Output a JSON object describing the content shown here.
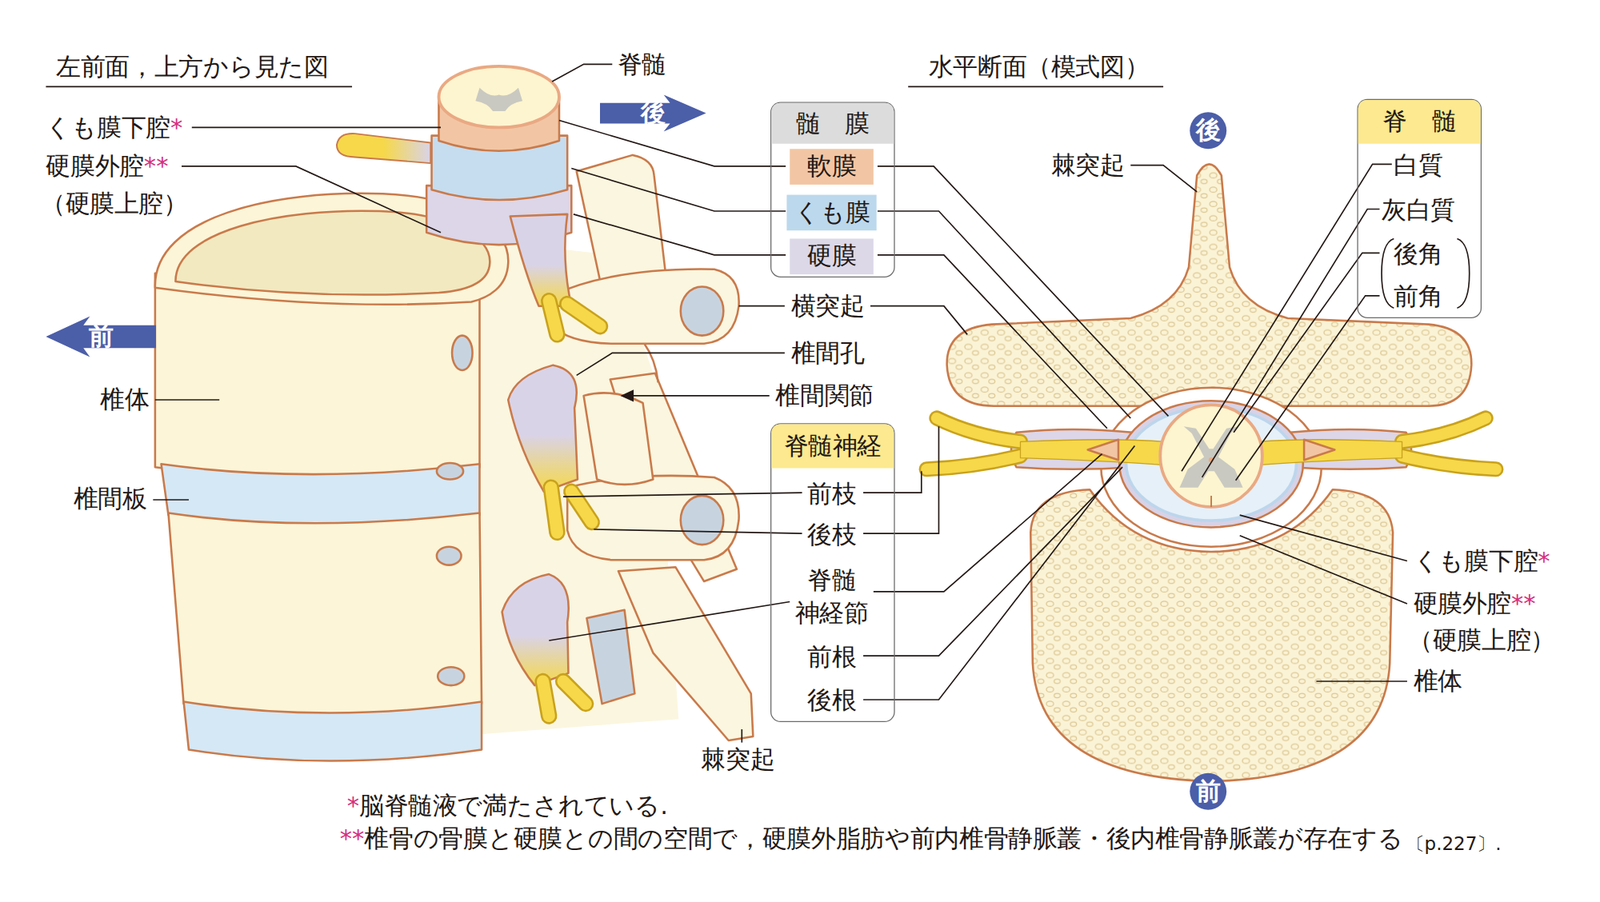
{
  "diagram": {
    "nodes": [
      {
        "text": [
          "後"
        ]
      },
      {
        "text": [
          "髄　膜"
        ]
      },
      {
        "text": [
          "軟膜"
        ],
        "in": 1
      },
      {
        "text": [
          "くも膜"
        ],
        "in": 1
      },
      {
        "text": [
          "硬膜"
        ],
        "in": 1
      },
      {
        "text": [
          "脊　髄",
          "白質",
          "灰白質",
          "後角",
          "前角"
        ]
      },
      {
        "text": [
          "後"
        ]
      },
      {
        "text": [
          "前"
        ]
      },
      {
        "text": [
          "脊髄神経",
          "前枝",
          "後枝",
          "脊髄 神経節",
          "前根",
          "後根"
        ]
      },
      {
        "text": [
          "前"
        ]
      }
    ],
    "labels": [
      "左前面，上方から見た図",
      "脊髄",
      "くも膜下腔*",
      "硬膜外腔**",
      "（硬膜上腔）",
      "横突起",
      "椎間孔",
      "椎間関節",
      "椎体",
      "椎間板",
      "棘突起",
      "水平断面（模式図）",
      "棘突起",
      "くも膜下腔*",
      "硬膜外腔**",
      "（硬膜上腔）",
      "椎体",
      "*脳脊髄液で満たされている.",
      "**椎骨の骨膜と硬膜との間の空間で，硬膜外脂肪や前内椎骨静脈叢・後内椎骨静脈叢が存在する",
      "〔p.227〕."
    ]
  }
}
